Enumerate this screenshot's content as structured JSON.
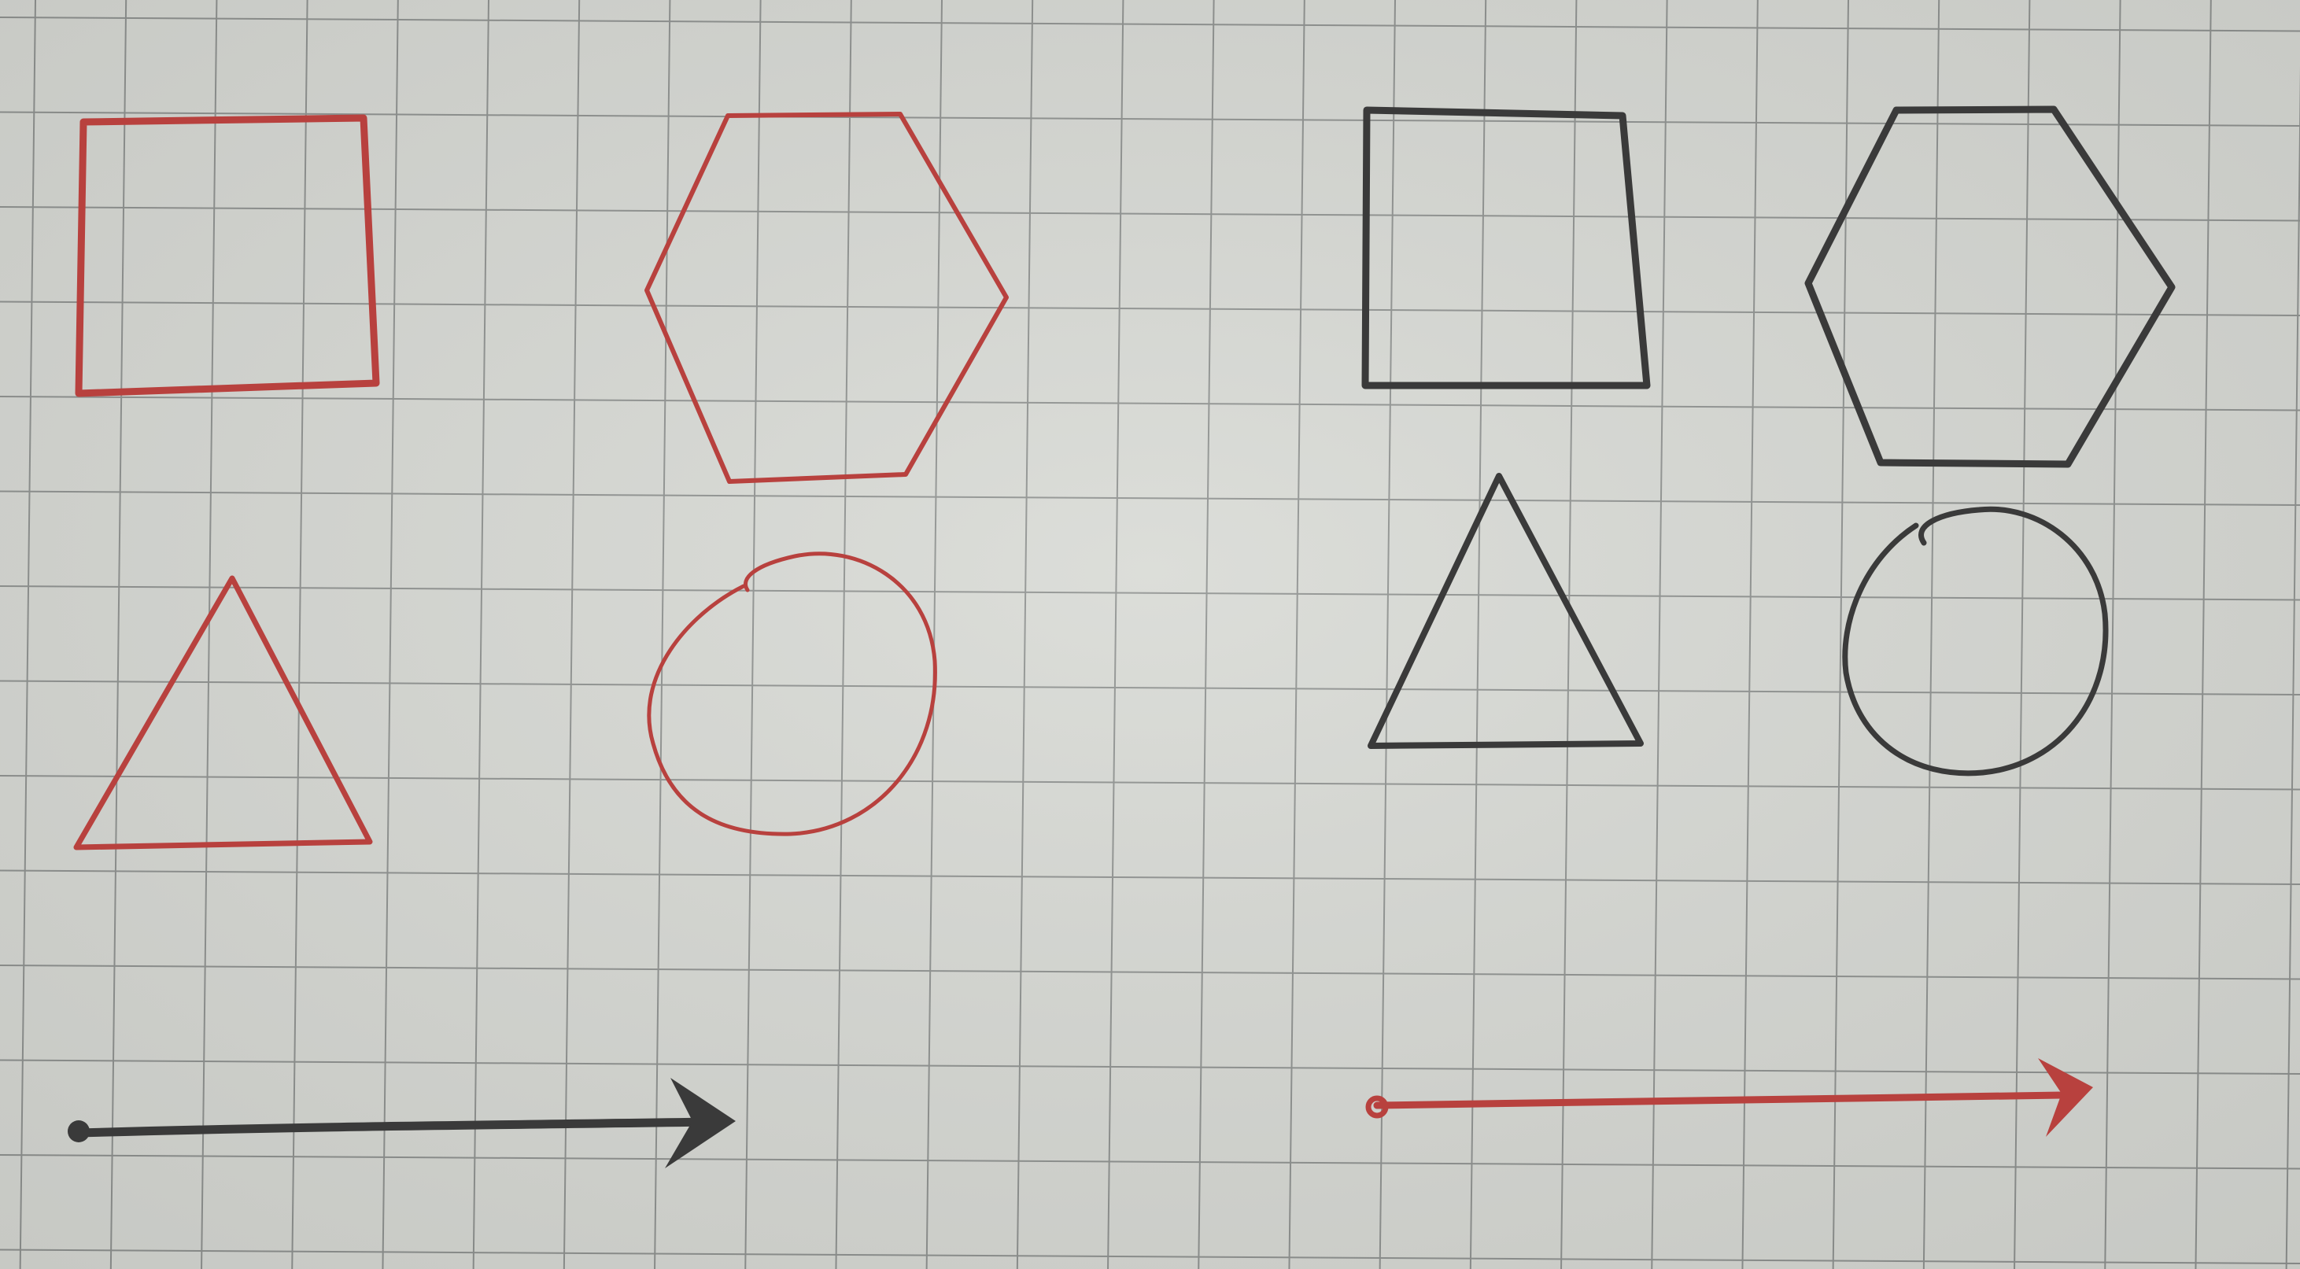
{
  "paper": {
    "color": "#d8dad5",
    "grid_color": "#8f9290"
  },
  "inks": {
    "red": "#b8413e",
    "black": "#3a3a3a"
  },
  "drawings": [
    {
      "shape": "square",
      "ink": "red"
    },
    {
      "shape": "hexagon",
      "ink": "red"
    },
    {
      "shape": "triangle",
      "ink": "red"
    },
    {
      "shape": "circle",
      "ink": "red"
    },
    {
      "shape": "square",
      "ink": "black"
    },
    {
      "shape": "hexagon",
      "ink": "black"
    },
    {
      "shape": "triangle",
      "ink": "black"
    },
    {
      "shape": "circle",
      "ink": "black"
    },
    {
      "shape": "arrow",
      "ink": "black"
    },
    {
      "shape": "arrow",
      "ink": "red"
    }
  ]
}
